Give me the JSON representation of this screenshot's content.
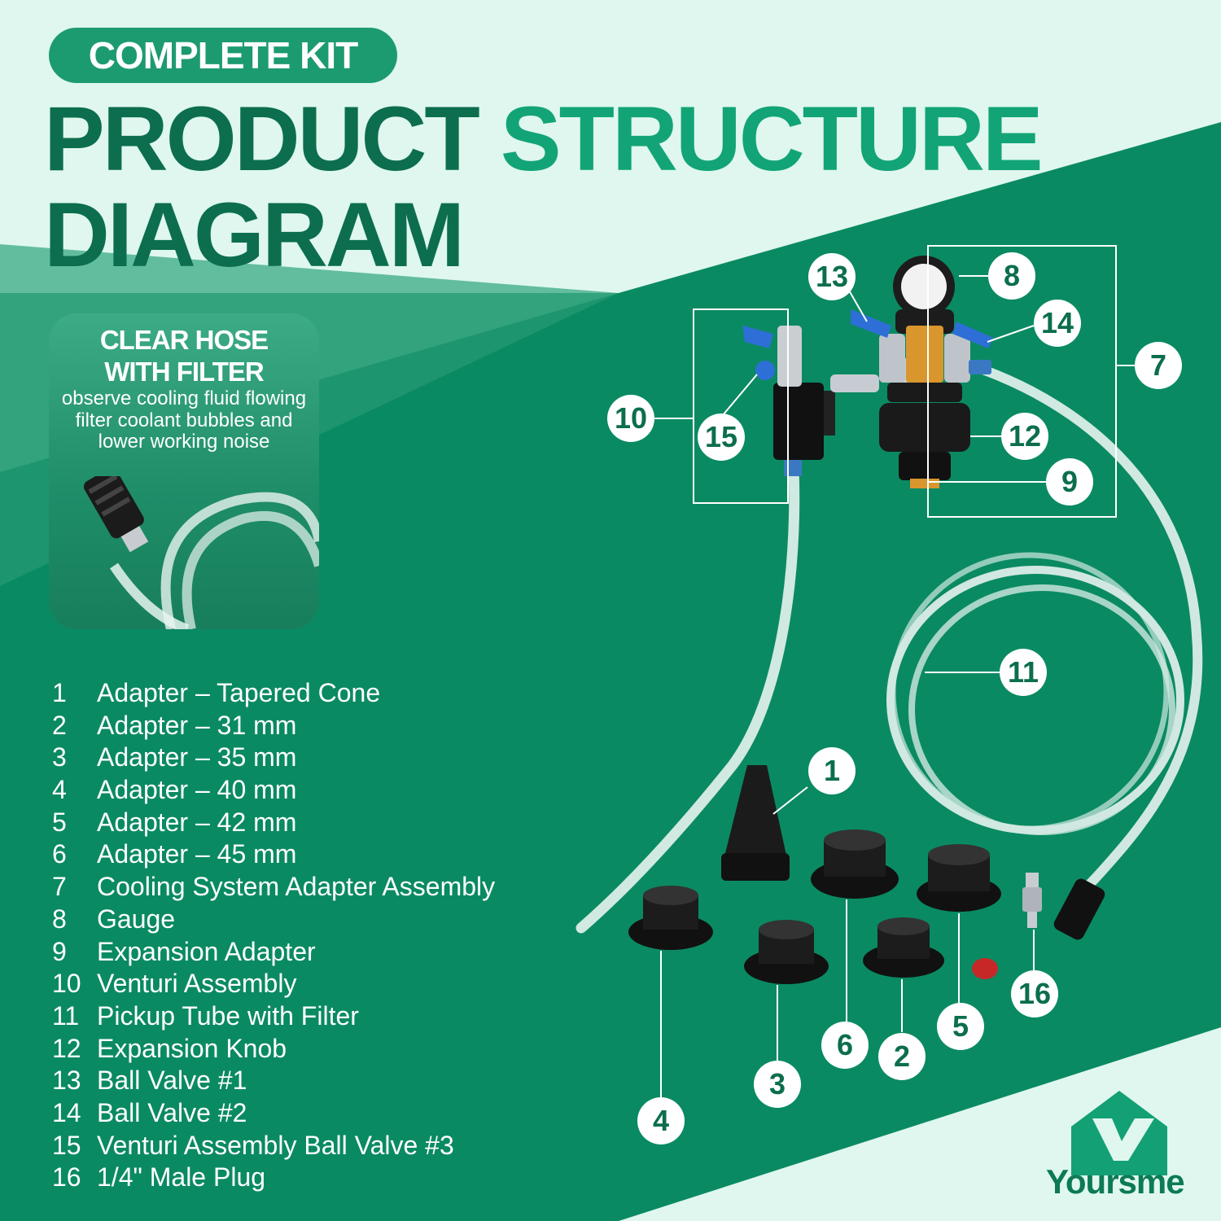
{
  "badge": "COMPLETE KIT",
  "title": {
    "line1_dark": "PRODUCT",
    "line1_bright": "STRUCTURE",
    "line2": "DIAGRAM"
  },
  "feature_card": {
    "title_line1": "CLEAR HOSE",
    "title_line2": "WITH FILTER",
    "desc_lines": [
      "observe cooling fluid flowing",
      "filter coolant bubbles and",
      "lower working noise"
    ]
  },
  "parts": [
    {
      "num": "1",
      "label": "Adapter – Tapered Cone"
    },
    {
      "num": "2",
      "label": "Adapter – 31 mm"
    },
    {
      "num": "3",
      "label": "Adapter – 35 mm"
    },
    {
      "num": "4",
      "label": "Adapter – 40 mm"
    },
    {
      "num": "5",
      "label": "Adapter – 42 mm"
    },
    {
      "num": "6",
      "label": "Adapter – 45 mm"
    },
    {
      "num": "7",
      "label": "Cooling System Adapter Assembly"
    },
    {
      "num": "8",
      "label": "Gauge"
    },
    {
      "num": "9",
      "label": "Expansion Adapter"
    },
    {
      "num": "10",
      "label": "Venturi Assembly"
    },
    {
      "num": "11",
      "label": "Pickup Tube with Filter"
    },
    {
      "num": "12",
      "label": "Expansion Knob"
    },
    {
      "num": "13",
      "label": "Ball Valve #1"
    },
    {
      "num": "14",
      "label": "Ball Valve #2"
    },
    {
      "num": "15",
      "label": "Venturi Assembly Ball Valve #3"
    },
    {
      "num": "16",
      "label": "1/4\" Male Plug"
    }
  ],
  "callouts": {
    "c1": "1",
    "c2": "2",
    "c3": "3",
    "c4": "4",
    "c5": "5",
    "c6": "6",
    "c7": "7",
    "c8": "8",
    "c9": "9",
    "c10": "10",
    "c11": "11",
    "c12": "12",
    "c13": "13",
    "c14": "14",
    "c15": "15",
    "c16": "16"
  },
  "brand": "Yoursme",
  "colors": {
    "dark_green": "#0c6e4e",
    "bright_green": "#12a476",
    "mint": "#dff7ee",
    "background_green": "#0a8a62"
  }
}
